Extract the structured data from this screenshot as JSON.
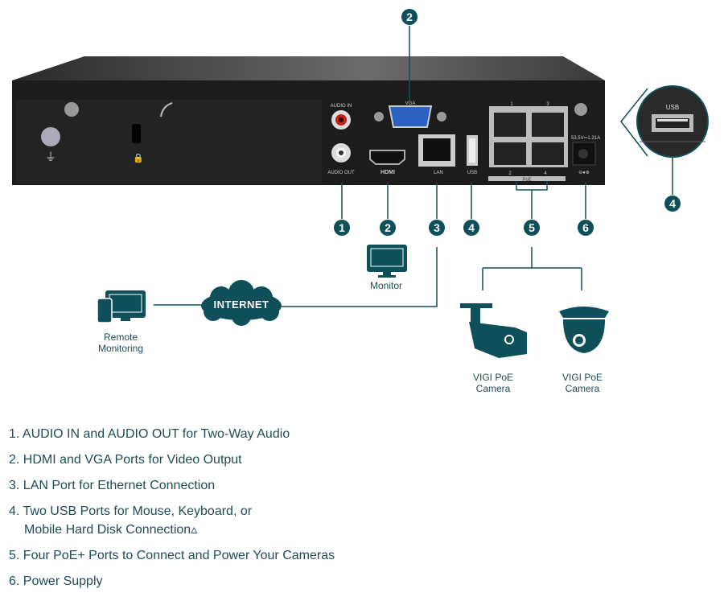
{
  "device": {
    "name": "NVR rear panel",
    "port_labels": {
      "audio_in": "AUDIO IN",
      "audio_out": "AUDIO OUT",
      "vga": "VGA",
      "hdmi": "HDMI",
      "lan": "LAN",
      "usb": "USB",
      "poe": "PoE",
      "poe_numbers": [
        "1",
        "3",
        "2",
        "4"
      ],
      "power_rating": "53.5V⎓1.31A"
    },
    "zoom_callout_label": "USB"
  },
  "callouts": [
    {
      "id": "1",
      "target": "AUDIO IN / AUDIO OUT"
    },
    {
      "id": "2",
      "target": "HDMI"
    },
    {
      "id": "2",
      "target": "VGA"
    },
    {
      "id": "3",
      "target": "LAN"
    },
    {
      "id": "4",
      "target": "USB"
    },
    {
      "id": "4",
      "target": "USB (zoom)"
    },
    {
      "id": "5",
      "target": "PoE ports"
    },
    {
      "id": "6",
      "target": "Power"
    }
  ],
  "diagram": {
    "monitor_label": "Monitor",
    "internet_label": "INTERNET",
    "remote_label_line1": "Remote",
    "remote_label_line2": "Monitoring",
    "camera1_line1": "VIGI PoE",
    "camera1_line2": "Camera",
    "camera2_line1": "VIGI PoE",
    "camera2_line2": "Camera",
    "accent_color": "#0f4f5a"
  },
  "features": [
    "1. AUDIO IN and AUDIO OUT for Two-Way Audio",
    "2. HDMI and VGA Ports for Video Output",
    "3. LAN Port for Ethernet Connection",
    "4. Two USB Ports for Mouse, Keyboard, or",
    "Mobile Hard Disk Connection▵",
    "5. Four PoE+ Ports to Connect and Power Your Cameras",
    "6. Power Supply"
  ]
}
